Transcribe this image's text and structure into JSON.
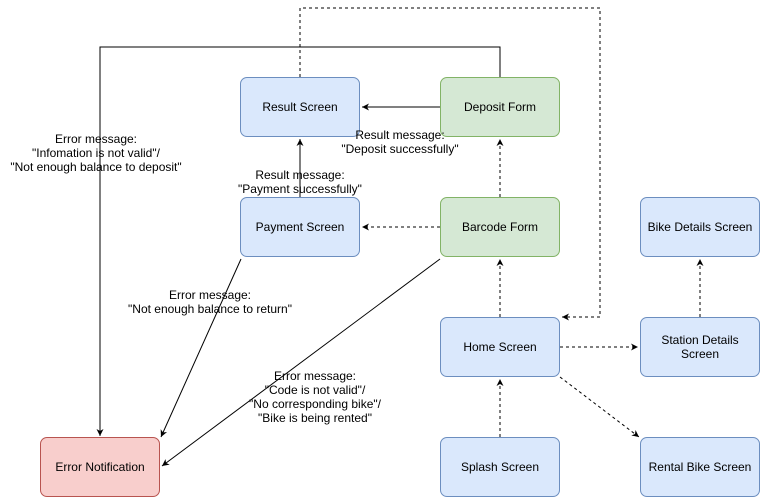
{
  "nodes": {
    "result_screen": "Result Screen",
    "deposit_form": "Deposit Form",
    "payment_screen": "Payment Screen",
    "barcode_form": "Barcode Form",
    "bike_details_screen": "Bike Details Screen",
    "home_screen": "Home Screen",
    "station_details_screen": "Station Details\nScreen",
    "error_notification": "Error Notification",
    "splash_screen": "Splash Screen",
    "rental_bike_screen": "Rental Bike Screen"
  },
  "edge_labels": {
    "deposit_error": "Error message:\n\"Infomation is not valid\"/\n\"Not enough balance to deposit\"",
    "deposit_result": "Result message:\n\"Deposit successfully\"",
    "payment_result": "Result message:\n\"Payment successfully\"",
    "payment_error": "Error message:\n\"Not enough balance to return\"",
    "barcode_error": "Error message:\n\"Code is not valid\"/\n\"No corresponding bike\"/\n\"Bike is being rented\""
  },
  "colors": {
    "blue_fill": "#dae8fc",
    "blue_stroke": "#6c8ebf",
    "green_fill": "#d5e8d4",
    "green_stroke": "#82b366",
    "red_fill": "#f8cecc",
    "red_stroke": "#b85450"
  }
}
